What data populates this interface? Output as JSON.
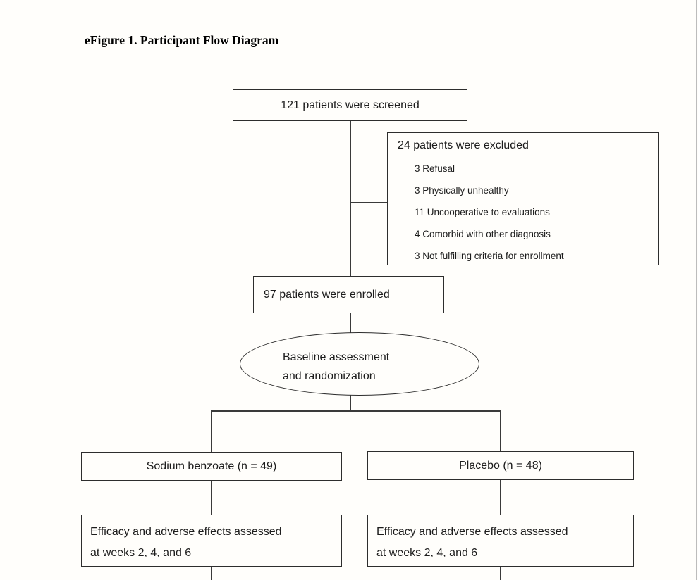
{
  "page": {
    "title": "eFigure 1. Participant Flow Diagram"
  },
  "flowchart": {
    "screened": "121 patients were screened",
    "excluded": {
      "header": "24 patients were excluded",
      "reasons": [
        "3 Refusal",
        "3 Physically unhealthy",
        "11 Uncooperative to evaluations",
        "4 Comorbid with other diagnosis",
        "3 Not fulfilling criteria for enrollment"
      ]
    },
    "enrolled": "97 patients were enrolled",
    "randomization": {
      "line1": "Baseline assessment",
      "line2": "and randomization"
    },
    "arms": [
      {
        "label": "Sodium benzoate (n = 49)",
        "assessment_line1": "Efficacy and adverse effects assessed",
        "assessment_line2": "at weeks 2, 4, and 6"
      },
      {
        "label": "Placebo (n = 48)",
        "assessment_line1": "Efficacy and adverse effects assessed",
        "assessment_line2": "at weeks 2, 4, and 6"
      }
    ]
  },
  "colors": {
    "box_border": "#2d2d2d",
    "connector": "#3a3a3a",
    "page_edge": "#bcbcbc"
  }
}
